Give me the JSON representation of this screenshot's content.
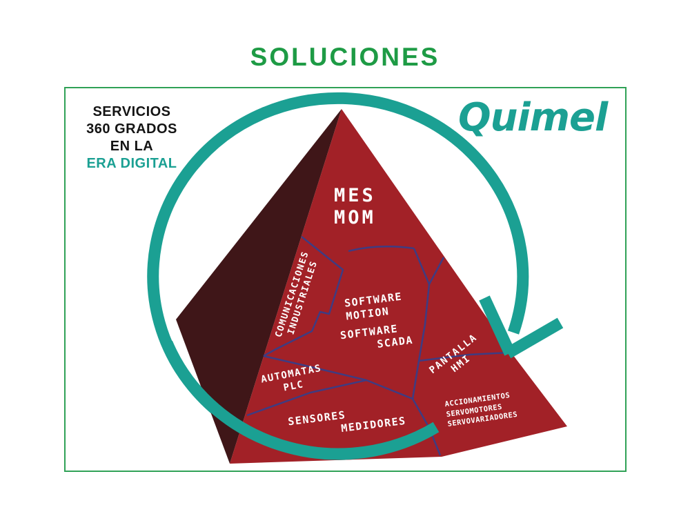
{
  "title": "SOLUCIONES",
  "tagline": {
    "line1": "SERVICIOS",
    "line2": "360 GRADOS",
    "line3": "EN LA",
    "line4": "ERA DIGITAL"
  },
  "logo": {
    "text": "Quimel"
  },
  "diagram": {
    "peak": {
      "line1": "MES",
      "line2": "MOM"
    },
    "segments": [
      {
        "name": "comunicaciones-industriales",
        "line1": "COMUNICACIONES",
        "line2": "INDUSTRIALES"
      },
      {
        "name": "software-motion",
        "line1": "SOFTWARE",
        "line2": "MOTION"
      },
      {
        "name": "software-scada",
        "line1": "SOFTWARE",
        "line2": "SCADA"
      },
      {
        "name": "pantalla-hmi",
        "line1": "PANTALLA",
        "line2": "HMI"
      },
      {
        "name": "automatas-plc",
        "line1": "AUTOMATAS",
        "line2": "PLC"
      },
      {
        "name": "sensores-medidores",
        "line1": "SENSORES",
        "line2": "MEDIDORES"
      },
      {
        "name": "accionamientos",
        "line1": "ACCIONAMIENTOS",
        "line2": "SERVOMOTORES",
        "line3": "SERVOVARIADORES"
      }
    ]
  },
  "icons": {
    "circle_arrow": "circular-arrow-wrapping-pyramid-pointing-inward"
  },
  "colors": {
    "brand_green": "#1e9b45",
    "frame_green": "#2fa156",
    "accent_teal": "#1ba093",
    "pyramid_red": "#a22127",
    "pyramid_dark_side": "#3f1618",
    "divider_indigo": "#3e3c82",
    "label_white": "#ffffff",
    "text_black": "#141414"
  }
}
